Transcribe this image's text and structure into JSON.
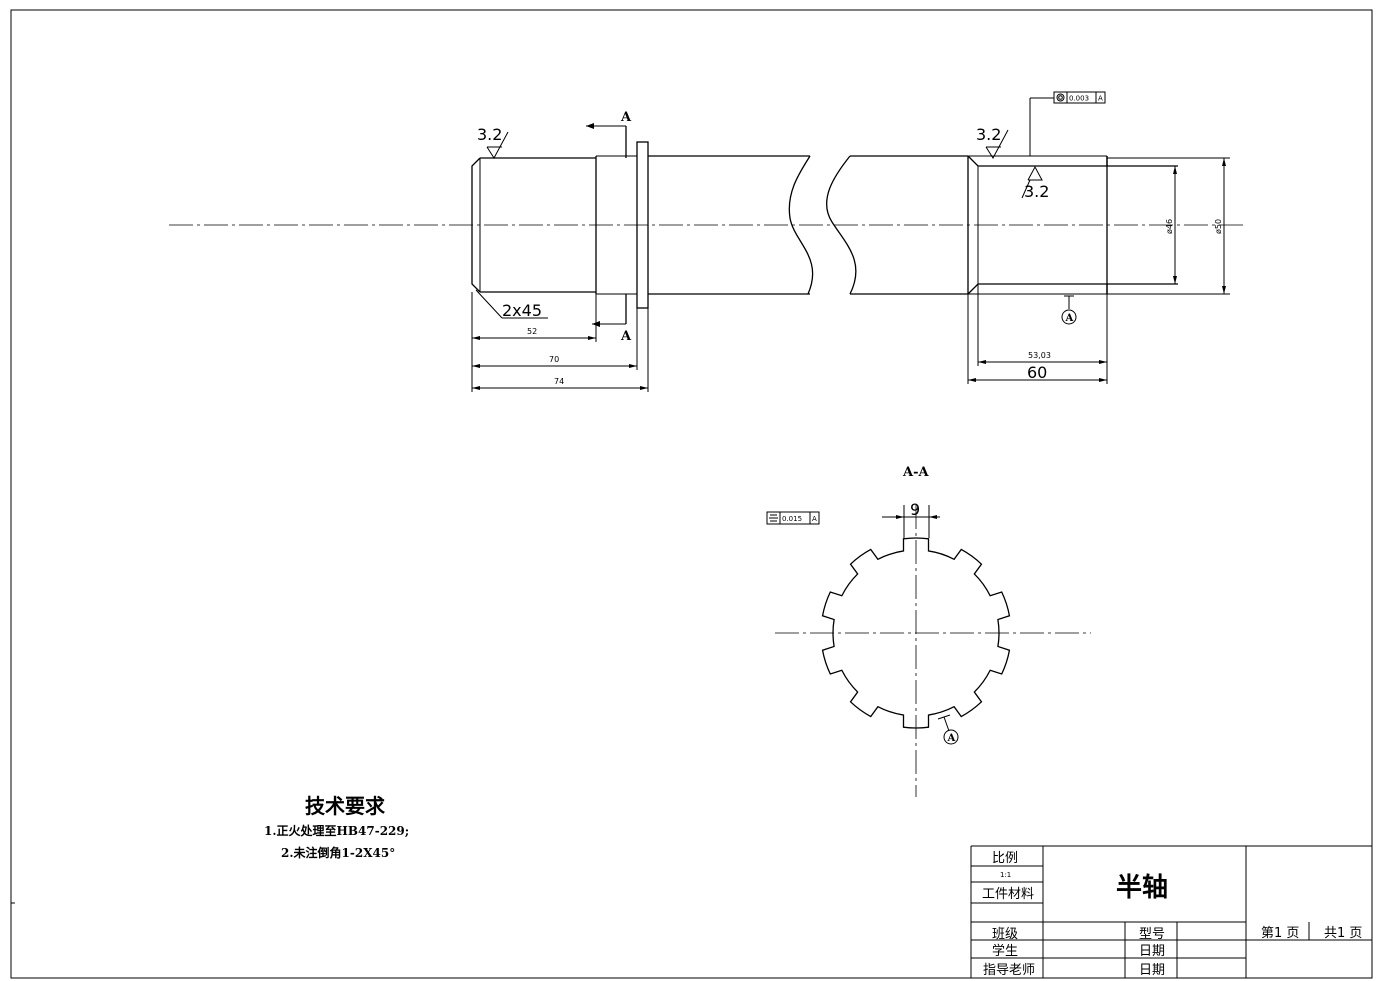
{
  "shaft": {
    "roughness_left": "3.2",
    "roughness_right_top": "3.2",
    "roughness_right_inner": "3.2",
    "chamfer_label": "2x45",
    "section_label_top": "A",
    "section_label_bottom": "A",
    "dim_52": "52",
    "dim_70": "70",
    "dim_74": "74",
    "dim_5303": "53,03",
    "dim_60": "60",
    "dim_d46": "ø46",
    "dim_d50": "ø50",
    "tolerance_value": "0.003",
    "tolerance_datum": "A",
    "datum_letter": "A"
  },
  "section": {
    "title": "A-A",
    "width_dim": "9",
    "tolerance_value": "0.015",
    "tolerance_datum": "A",
    "datum_letter": "A"
  },
  "requirements": {
    "title": "技术要求",
    "items": [
      "1.正火处理至HB47-229;",
      "2.未注倒角1-2X45°"
    ]
  },
  "title_block": {
    "scale_label": "比例",
    "scale_value": "1:1",
    "material_label": "工件材料",
    "part_name": "半轴",
    "class_label": "班级",
    "student_label": "学生",
    "teacher_label": "指导老师",
    "model_label": "型号",
    "date_label_1": "日期",
    "date_label_2": "日期",
    "sheet": "第1 页",
    "total": "共1 页"
  }
}
